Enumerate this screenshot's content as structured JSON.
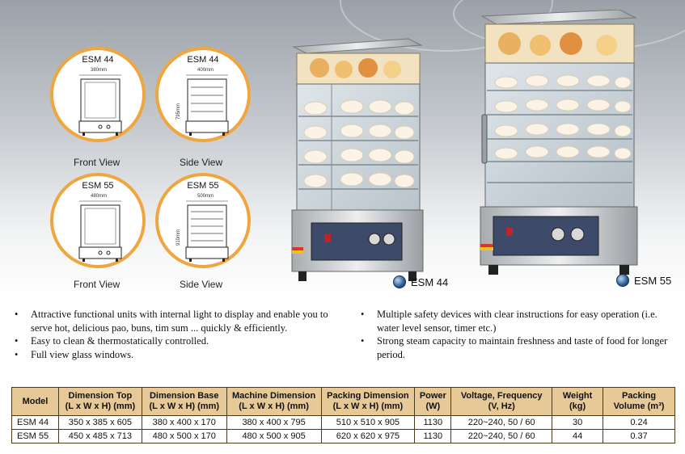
{
  "diagrams": {
    "esm44_front": {
      "model": "ESM 44",
      "width_dim": "380mm",
      "label": "Front View"
    },
    "esm44_side": {
      "model": "ESM 44",
      "width_dim": "400mm",
      "height_dim": "795mm",
      "label": "Side View"
    },
    "esm55_front": {
      "model": "ESM 55",
      "width_dim": "480mm",
      "label": "Front View"
    },
    "esm55_side": {
      "model": "ESM 55",
      "width_dim": "500mm",
      "height_dim": "910mm",
      "label": "Side View"
    }
  },
  "products": {
    "esm44_label": "ESM 44",
    "esm55_label": "ESM 55"
  },
  "features_left": [
    "Attractive functional units with internal light to display and enable you to serve hot, delicious pao, buns, tim sum ... quickly & efficiently.",
    "Easy to clean & thermostatically controlled.",
    "Full view glass windows."
  ],
  "features_right": [
    "Multiple safety devices with clear instructions for easy operation (i.e. water level sensor, timer etc.)",
    "Strong steam capacity to maintain freshness and taste of food for longer period."
  ],
  "table": {
    "headers": [
      {
        "l1": "Model",
        "l2": ""
      },
      {
        "l1": "Dimension Top",
        "l2": "(L x W x H) (mm)"
      },
      {
        "l1": "Dimension Base",
        "l2": "(L x W x H) (mm)"
      },
      {
        "l1": "Machine Dimension",
        "l2": "(L x W x H) (mm)"
      },
      {
        "l1": "Packing Dimension",
        "l2": "(L x W x H) (mm)"
      },
      {
        "l1": "Power",
        "l2": "(W)"
      },
      {
        "l1": "Voltage, Frequency",
        "l2": "(V, Hz)"
      },
      {
        "l1": "Weight",
        "l2": "(kg)"
      },
      {
        "l1": "Packing",
        "l2": "Volume (m³)"
      }
    ],
    "rows": [
      [
        "ESM 44",
        "350 x 385 x 605",
        "380 x 400 x 170",
        "380 x 400 x 795",
        "510 x 510 x 905",
        "1130",
        "220~240, 50 / 60",
        "30",
        "0.24"
      ],
      [
        "ESM 55",
        "450 x 485 x 713",
        "480 x 500 x 170",
        "480 x 500 x 905",
        "620 x 620 x 975",
        "1130",
        "220~240, 50 / 60",
        "44",
        "0.37"
      ]
    ]
  },
  "colors": {
    "circle_border": "#f0a640",
    "table_header_bg": "#e6c997",
    "badge_blue": "#2a5c95"
  }
}
